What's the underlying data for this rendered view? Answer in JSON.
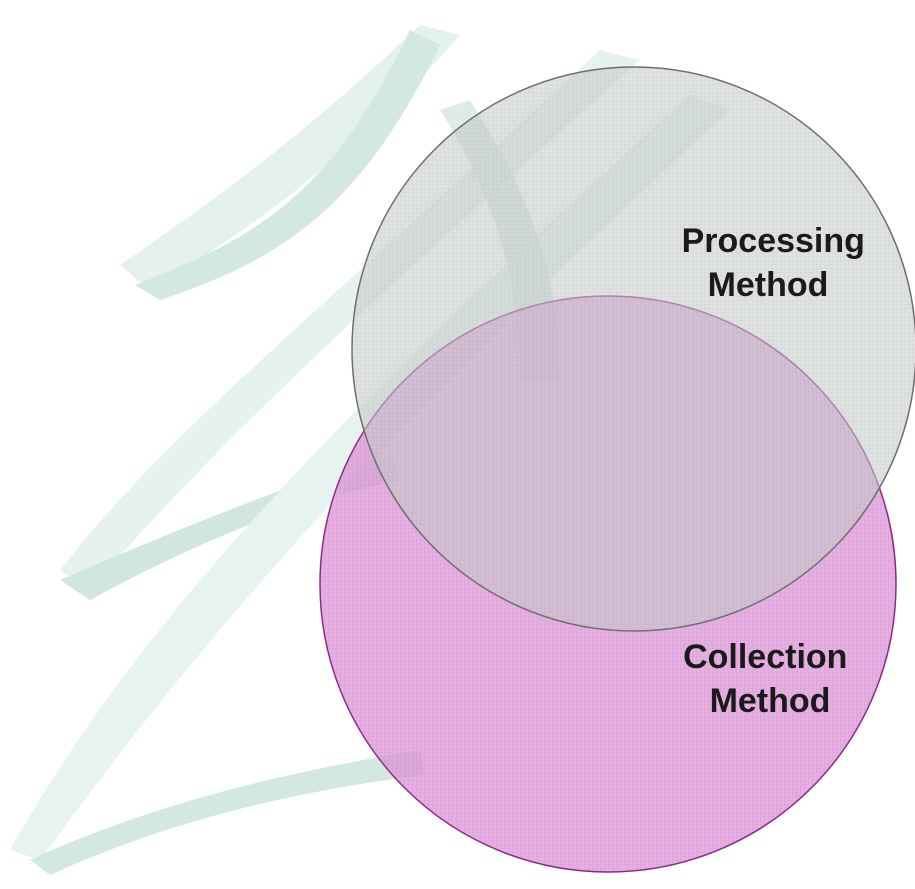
{
  "diagram": {
    "type": "venn",
    "sets": [
      {
        "id": "processing",
        "label_lines": [
          "Processing",
          "Method"
        ],
        "color": "#c8cccb",
        "stroke": "#6e6e6e"
      },
      {
        "id": "collection",
        "label_lines": [
          "Collection",
          "Method"
        ],
        "color": "#e2a6dd",
        "stroke": "#8e2a86"
      }
    ],
    "background_colors": [
      "#e3f0ec",
      "#cfe5dd"
    ]
  }
}
